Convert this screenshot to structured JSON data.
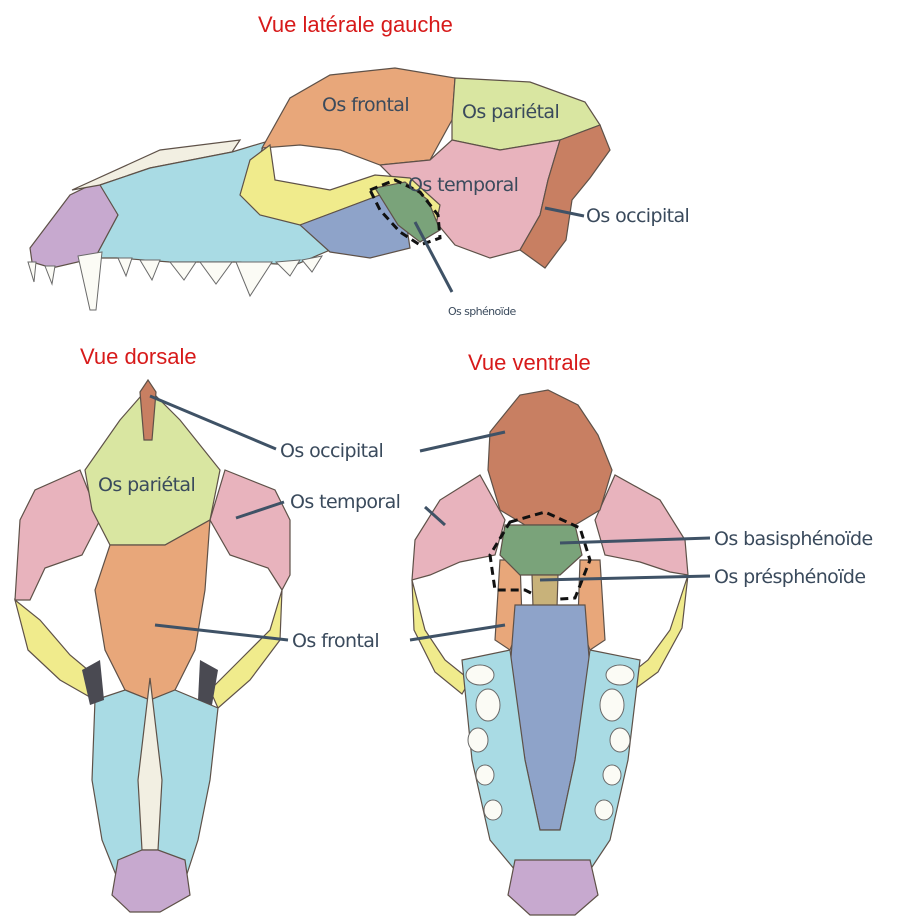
{
  "views": {
    "lateral": {
      "title": "Vue latérale gauche"
    },
    "dorsal": {
      "title": "Vue dorsale"
    },
    "ventral": {
      "title": "Vue ventrale"
    }
  },
  "labels": {
    "lateral": {
      "frontal": "Os frontal",
      "parietal": "Os pariétal",
      "temporal": "Os temporal",
      "occipital": "Os occipital",
      "sphenoide": "Os sphénoïde"
    },
    "dorsal": {
      "parietal": "Os pariétal"
    },
    "shared": {
      "occipital": "Os occipital",
      "temporal": "Os temporal",
      "frontal": "Os frontal"
    },
    "ventral": {
      "basisphenoide": "Os basisphénoïde",
      "presphenoide": "Os présphénoïde"
    }
  },
  "colors": {
    "title": "#d71a1a",
    "label": "#3a4a5c",
    "leader": "#3f5266",
    "frontal": "#e8a77a",
    "parietal": "#d9e6a1",
    "temporal": "#e8b3bd",
    "occipital": "#c87f62",
    "sphenoide": "#7aa37a",
    "zygomatic": "#f0eb8c",
    "maxilla": "#a9dbe4",
    "premaxilla": "#c7a9cf",
    "nasal": "#f2efe2",
    "palatine": "#8ea3c9"
  }
}
